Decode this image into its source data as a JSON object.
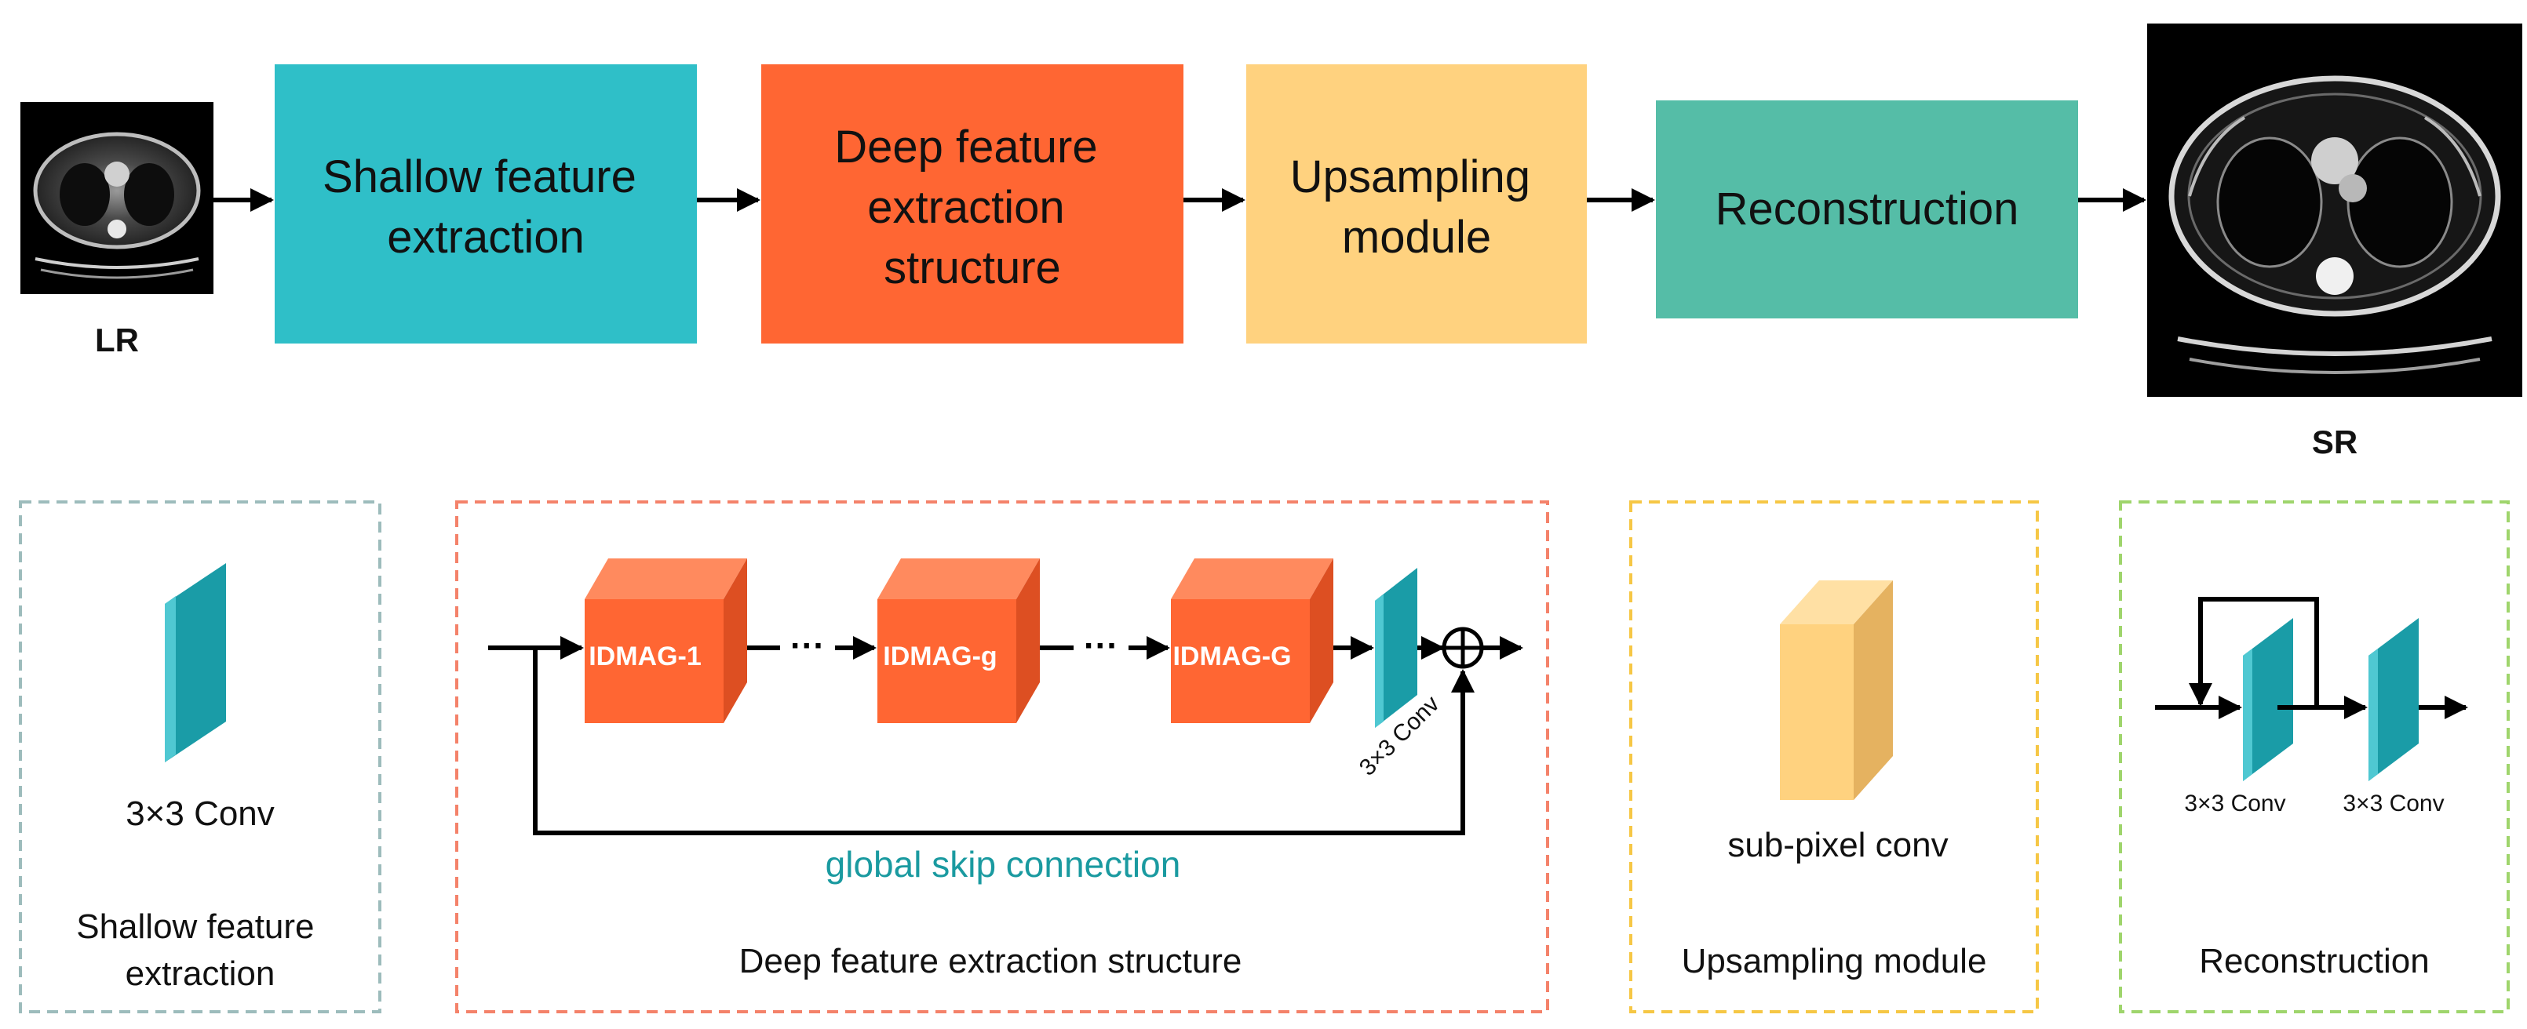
{
  "pipeline": {
    "input_label": "LR",
    "output_label": "SR",
    "stages": [
      {
        "lines": [
          "Shallow feature",
          "extraction"
        ],
        "color": "#2fbfc8"
      },
      {
        "lines": [
          "Deep feature",
          "extraction",
          "structure"
        ],
        "color": "#ff6633"
      },
      {
        "lines": [
          "Upsampling",
          "module"
        ],
        "color": "#ffd27f"
      },
      {
        "lines": [
          "Reconstruction"
        ],
        "color": "#55bda7"
      }
    ]
  },
  "panels": {
    "shallow": {
      "conv_label": "3×3 Conv",
      "caption_lines": [
        "Shallow feature",
        "extraction"
      ],
      "border_color": "#9dbcbc"
    },
    "deep": {
      "blocks": [
        "IDMAG-1",
        "IDMAG-g",
        "IDMAG-G"
      ],
      "ellipsis": "···",
      "conv_label": "3×3 Conv",
      "skip_label": "global skip connection",
      "skip_color": "#1a9aa0",
      "caption": "Deep feature extraction structure",
      "border_color": "#f4826a"
    },
    "upsampling": {
      "block_label": "sub-pixel conv",
      "caption": "Upsampling module",
      "border_color": "#f6c745"
    },
    "reconstruction": {
      "conv_labels": [
        "3×3 Conv",
        "3×3 Conv"
      ],
      "caption": "Reconstruction",
      "border_color": "#9fd56c"
    }
  },
  "colors": {
    "conv_front": "#1a9ca7",
    "conv_side": "#4fc8d2",
    "block_front": "#ff6633",
    "block_top": "#ff8a5e",
    "block_side": "#dd4f22",
    "upsample_front": "#ffd27f",
    "upsample_side": "#e5b260",
    "upsample_top": "#ffe0a4"
  }
}
